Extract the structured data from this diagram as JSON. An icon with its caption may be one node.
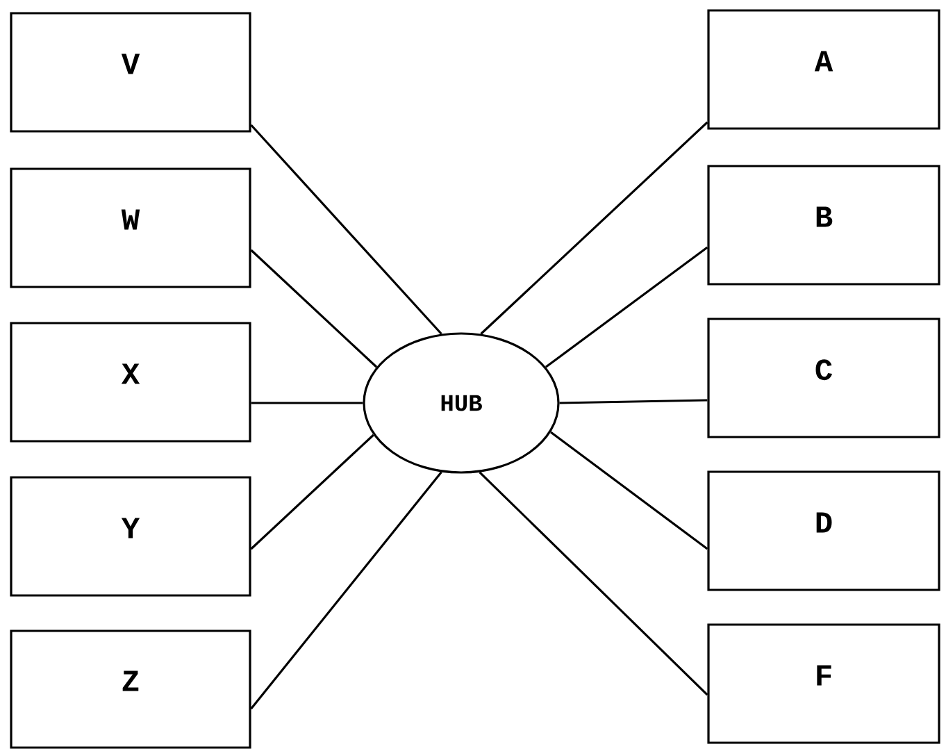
{
  "diagram": {
    "nodes": [
      {
        "text": [
          "V"
        ]
      },
      {
        "text": [
          "W"
        ]
      },
      {
        "text": [
          "X"
        ]
      },
      {
        "text": [
          "Y"
        ]
      },
      {
        "text": [
          "Z"
        ]
      },
      {
        "text": [
          "HUB"
        ]
      },
      {
        "text": [
          "A"
        ]
      },
      {
        "text": [
          "B"
        ]
      },
      {
        "text": [
          "C"
        ]
      },
      {
        "text": [
          "D"
        ]
      },
      {
        "text": [
          "F"
        ]
      }
    ],
    "edges": [
      {
        "from": 0,
        "to": 5,
        "arrow": "none"
      },
      {
        "from": 1,
        "to": 5,
        "arrow": "none"
      },
      {
        "from": 2,
        "to": 5,
        "arrow": "none"
      },
      {
        "from": 3,
        "to": 5,
        "arrow": "none"
      },
      {
        "from": 4,
        "to": 5,
        "arrow": "none"
      },
      {
        "from": 6,
        "to": 5,
        "arrow": "none"
      },
      {
        "from": 7,
        "to": 5,
        "arrow": "none"
      },
      {
        "from": 8,
        "to": 5,
        "arrow": "none"
      },
      {
        "from": 9,
        "to": 5,
        "arrow": "none"
      },
      {
        "from": 10,
        "to": 5,
        "arrow": "none"
      }
    ]
  }
}
